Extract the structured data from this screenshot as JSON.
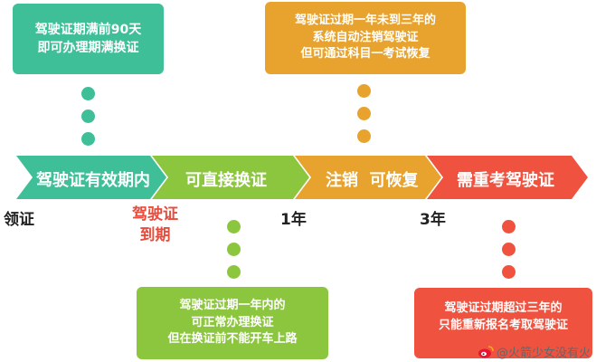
{
  "colors": {
    "teal": "#3fbf98",
    "green": "#8cc63f",
    "orange": "#e8a32e",
    "red": "#ef5340",
    "red_text": "#e74c3c",
    "black_text": "#222222"
  },
  "timeline": {
    "segments": [
      {
        "label": "驾驶证有效期内",
        "color": "#3fbf98"
      },
      {
        "label": "可直接换证",
        "color": "#8cc63f"
      },
      {
        "label": "注销  可恢复",
        "color": "#e8a32e"
      },
      {
        "label": "需重考驾驶证",
        "color": "#ef5340"
      }
    ],
    "markers": {
      "start": "领证",
      "expiry": [
        "驾驶证",
        "到期"
      ],
      "one_year": "1年",
      "three_year": "3年"
    }
  },
  "notes": {
    "teal": [
      "驾驶证期满前90天",
      "即可办理期满换证"
    ],
    "orange": [
      "驾驶证过期一年未到三年的",
      "系统自动注销驾驶证",
      "但可通过科目一考试恢复"
    ],
    "green": [
      "驾驶证过期一年内的",
      "可正常办理换证",
      "但在换证前不能开车上路"
    ],
    "red": [
      "驾驶证过期超过三年的",
      "只能重新报名考取驾驶证"
    ]
  },
  "watermark": {
    "icon": "weibo-icon",
    "text": "@火箭少女没有火"
  }
}
